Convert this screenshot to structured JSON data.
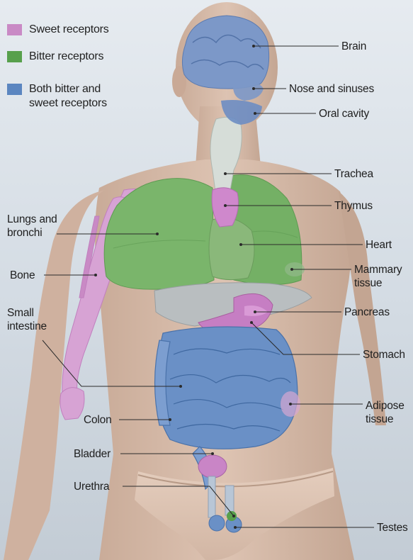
{
  "colors": {
    "sweet": "#c98ac5",
    "bitter": "#57a04c",
    "both": "#5b86c0"
  },
  "legend": [
    {
      "key": "sweet",
      "text": "Sweet receptors"
    },
    {
      "key": "bitter",
      "text": "Bitter receptors"
    },
    {
      "key": "both",
      "text": "Both bitter and\nsweet receptors"
    }
  ],
  "labels": {
    "brain": "Brain",
    "nose": "Nose and sinuses",
    "oral": "Oral cavity",
    "trachea": "Trachea",
    "thymus": "Thymus",
    "lungs": "Lungs and\nbronchi",
    "heart": "Heart",
    "bone": "Bone",
    "mammary": "Mammary\ntissue",
    "pancreas": "Pancreas",
    "small_intestine": "Small\nintestine",
    "stomach": "Stomach",
    "colon": "Colon",
    "adipose": "Adipose\ntissue",
    "bladder": "Bladder",
    "urethra": "Urethra",
    "testes": "Testes"
  }
}
